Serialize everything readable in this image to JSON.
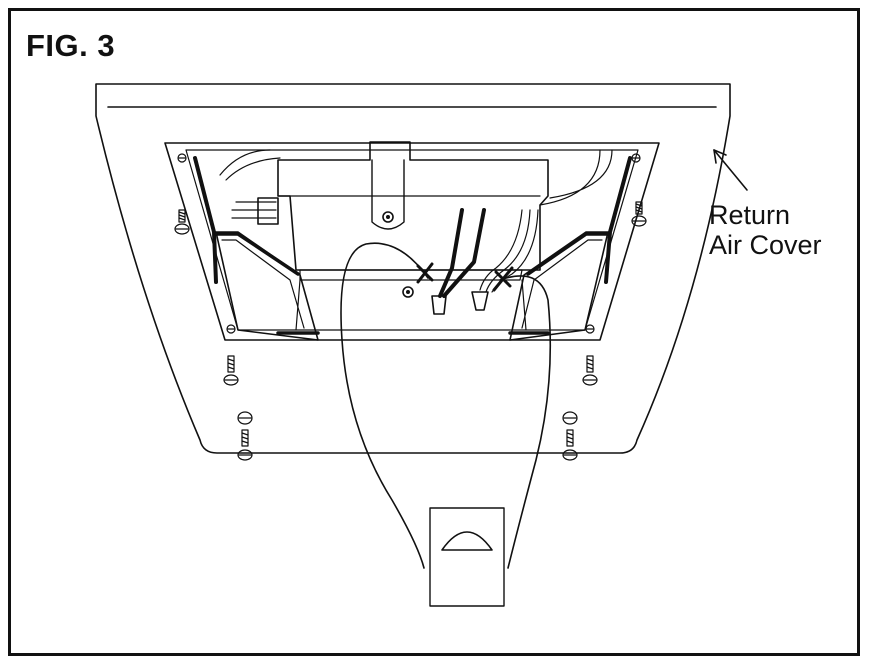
{
  "figure": {
    "title": "FIG. 3"
  },
  "callouts": {
    "return_air_cover_line1": "Return",
    "return_air_cover_line2": "Air Cover"
  }
}
